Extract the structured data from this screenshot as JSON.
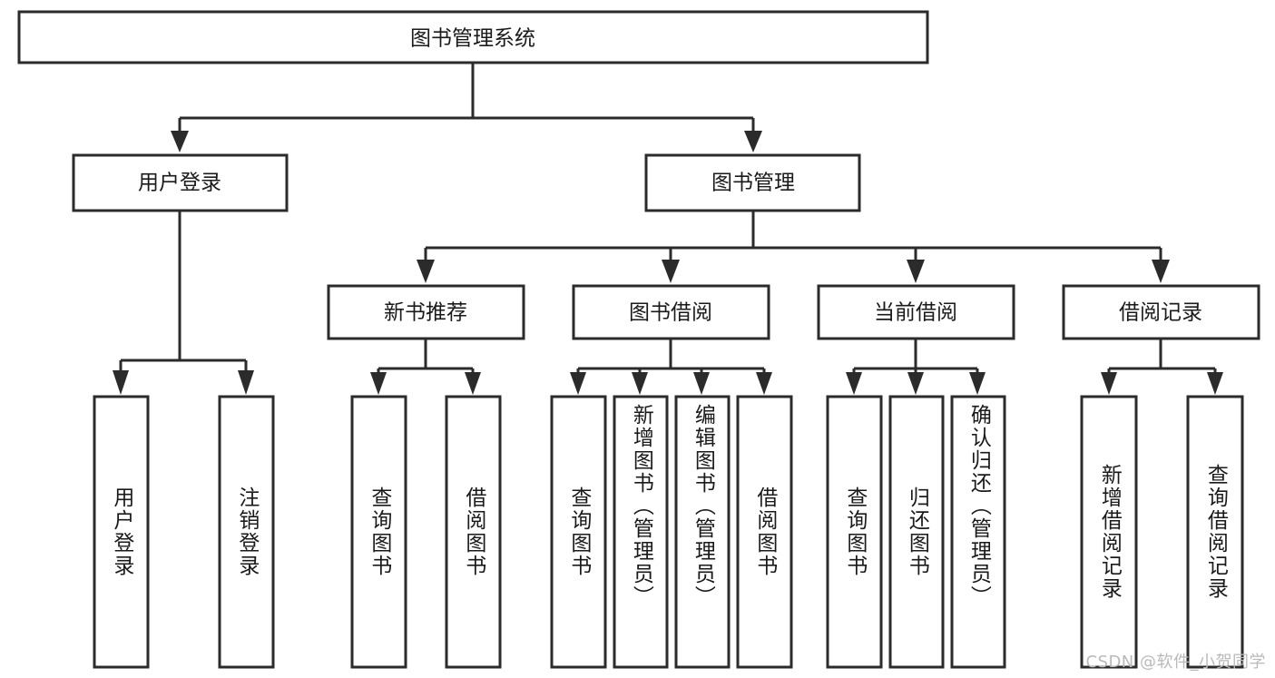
{
  "diagram": {
    "title": "图书管理系统",
    "type": "tree-hierarchy",
    "orientation": "top-down",
    "colors": {
      "box_fill": "#ffffff",
      "box_stroke": "#2b2b2b",
      "text": "#1a1a1a",
      "background": "#ffffff",
      "watermark": "#b9b9b9"
    },
    "root": {
      "label": "图书管理系统"
    },
    "level2": [
      {
        "label": "用户登录"
      },
      {
        "label": "图书管理"
      }
    ],
    "level3": [
      {
        "label": "新书推荐"
      },
      {
        "label": "图书借阅"
      },
      {
        "label": "当前借阅"
      },
      {
        "label": "借阅记录"
      }
    ],
    "leaves": {
      "user_login": [
        {
          "label": "用户登录"
        },
        {
          "label": "注销登录"
        }
      ],
      "new_book_recommend": [
        {
          "label": "查询图书"
        },
        {
          "label": "借阅图书"
        }
      ],
      "book_borrow": [
        {
          "label": "查询图书"
        },
        {
          "label": "新增图书（管理员）"
        },
        {
          "label": "编辑图书（管理员）"
        },
        {
          "label": "借阅图书"
        }
      ],
      "current_borrow": [
        {
          "label": "查询图书"
        },
        {
          "label": "归还图书"
        },
        {
          "label": "确认归还（管理员）"
        }
      ],
      "borrow_record": [
        {
          "label": "新增借阅记录"
        },
        {
          "label": "查询借阅记录"
        }
      ]
    }
  },
  "watermark": {
    "text": "CSDN @软件_小贺同学"
  }
}
